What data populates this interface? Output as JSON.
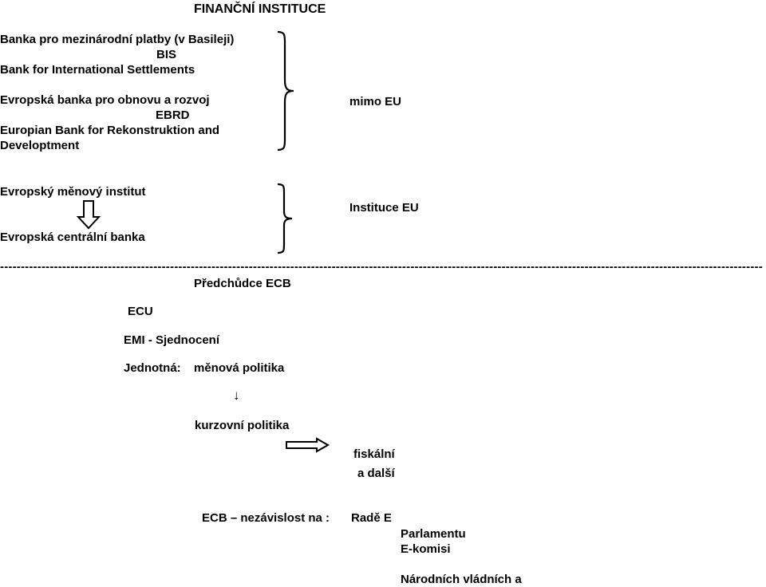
{
  "title": "FINANČNÍ   INSTITUCE",
  "outside_eu": {
    "bis": {
      "czech": "Banka pro mezinárodní platby (v Basileji)",
      "abbr": "BIS",
      "english": "Bank for International Settlements"
    },
    "ebrd": {
      "czech": "Evropská banka pro obnovu a rozvoj",
      "abbr": "EBRD",
      "english_line1": "Europian Bank for Rekonstruktion and",
      "english_line2": "Developtment"
    },
    "label": "mimo EU"
  },
  "eu_institutions": {
    "emi": "Evropský měnový institut",
    "ecb": "Evropská centrální banka",
    "label": "Instituce EU"
  },
  "separator": "----------------------------------------------------------------------------------------------------------------------------------------------------------------------------------------------------------------------------------------------------------------------------------",
  "predecessors": {
    "heading": "Předchůdce  ECB",
    "ecu": "ECU",
    "emi_unification": "EMI  -  Sjednocení",
    "unified_prefix": "Jednotná:",
    "monetary_policy": "měnová politika",
    "small_arrow": "↓",
    "exchange_policy": "kurzovní politika",
    "fiscal": "fiskální",
    "others": "a další"
  },
  "independence": {
    "lead": "ECB – nezávislost na :",
    "council": "Radě E",
    "parliament": "Parlamentu",
    "commission": "E-komisi",
    "governments": "Národních vládních a"
  },
  "icons": [
    "right-curly-brace-icon",
    "hollow-down-arrow-icon",
    "double-right-arrow-icon",
    "thin-down-arrow-icon"
  ]
}
